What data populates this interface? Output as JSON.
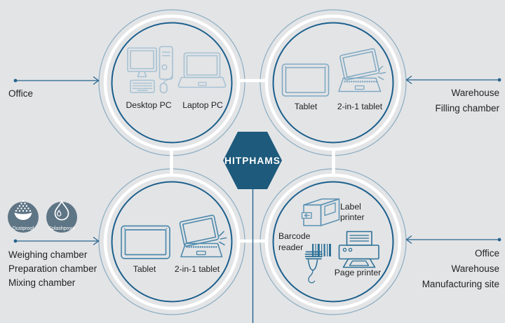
{
  "hexagon": {
    "label": "HITPHAMS"
  },
  "nodes": {
    "office_devices": {
      "device_labels": [
        "Desktop PC",
        "Laptop PC"
      ]
    },
    "warehouse_devices": {
      "device_labels": [
        "Tablet",
        "2-in-1 tablet"
      ]
    },
    "chamber_devices": {
      "device_labels": [
        "Tablet",
        "2-in-1 tablet"
      ]
    },
    "printer_devices": {
      "label_printer_lines": [
        "Label",
        "printer"
      ],
      "barcode_reader_lines": [
        "Barcode",
        "reader"
      ],
      "page_printer_label": "Page printer"
    }
  },
  "locations": {
    "office": [
      "Office"
    ],
    "warehouse_filling": [
      "Warehouse",
      "Filling chamber"
    ],
    "chambers": [
      "Weighing chamber",
      "Preparation chamber",
      "Mixing chamber"
    ],
    "office_warehouse_site": [
      "Office",
      "Warehouse",
      "Manufacturing site"
    ]
  },
  "badges": {
    "dustproof": "Dustproof",
    "splashproof": "Splashproof"
  },
  "colors": {
    "background": "#e3e4e6",
    "hexagon_fill": "#1d5a7c",
    "inner_circle_stroke": "#1b5f8c",
    "outer_circle_stroke": "#8aadc2",
    "connector_white": "#ffffff",
    "arrow_line": "#26648e",
    "badge_fill": "#5e7585",
    "icon_light": "#a6c1d3",
    "icon_medium": "#7ea8c2",
    "icon_tablet_dark": "#4d89ac",
    "icon_printer": "#5b91b2",
    "icon_dark": "#2d7096",
    "text": "#222222"
  }
}
